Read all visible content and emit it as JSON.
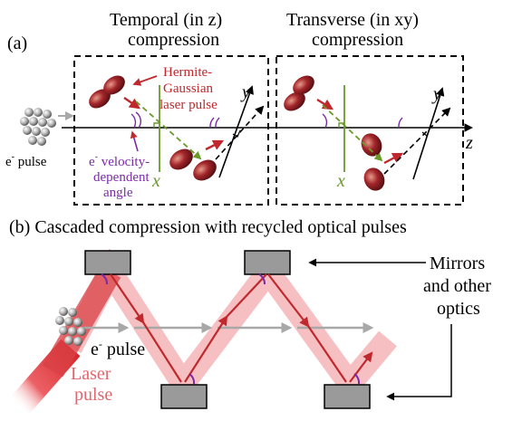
{
  "panel_a": {
    "label": "(a)",
    "temporal_title_1": "Temporal (in z)",
    "temporal_title_2": "compression",
    "transverse_title_1": "Transverse (in xy)",
    "transverse_title_2": "compression",
    "hg_label_1": "Hermite-",
    "hg_label_2": "Gaussian",
    "hg_label_3": "laser pulse",
    "angle_label_1": "e",
    "angle_label_1_sup": "-",
    "angle_label_1_rest": " velocity-",
    "angle_label_2": "dependent",
    "angle_label_3": "angle",
    "e_pulse_main": "e",
    "e_pulse_sup": "-",
    "e_pulse_rest": " pulse",
    "axis_z": "z",
    "axis_x": "x",
    "axis_y": "y"
  },
  "panel_b": {
    "title": "(b) Cascaded compression with recycled optical pulses",
    "mirrors_1": "Mirrors",
    "mirrors_2": "and other",
    "mirrors_3": "optics",
    "e_pulse_main": "e",
    "e_pulse_sup": "-",
    "e_pulse_rest": " pulse",
    "laser_1": "Laser",
    "laser_2": "pulse"
  },
  "colors": {
    "laser_red": "#c0282d",
    "beam_pink": "#f4b5b8",
    "angle_purple": "#7b2aa6",
    "green_line": "#6a9a2a",
    "mirror_gray": "#9a9a9a"
  }
}
